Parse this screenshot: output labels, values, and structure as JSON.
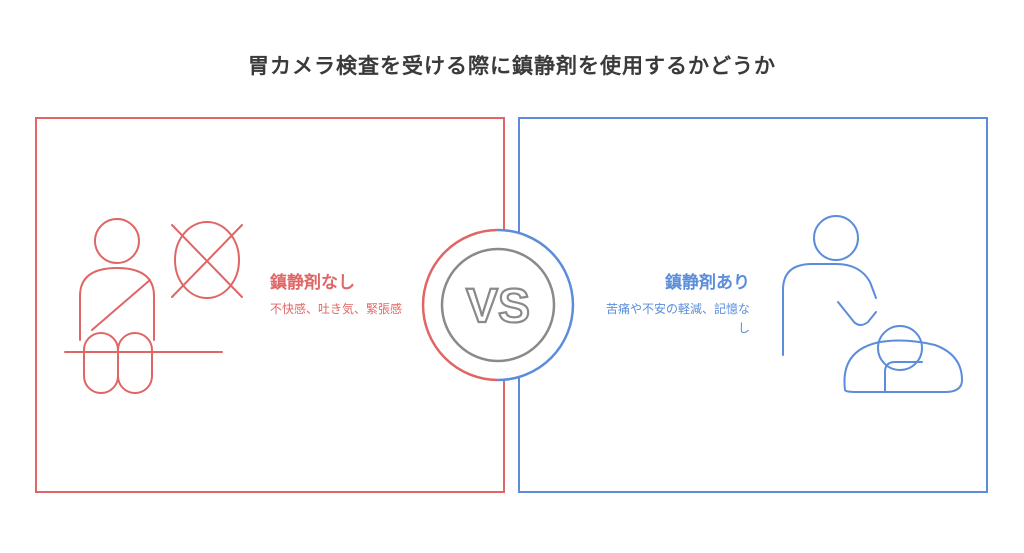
{
  "title": "胃カメラ検査を受ける際に鎮静剤を使用するかどうか",
  "vs_label": "VS",
  "left": {
    "heading": "鎮静剤なし",
    "description": "不快感、吐き気、緊張感",
    "color": "#e06666",
    "icons": [
      "seated-person-icon",
      "crossed-circle-icon"
    ]
  },
  "right": {
    "heading": "鎮静剤あり",
    "description": "苦痛や不安の軽減、記憶なし",
    "color": "#5b8ddb",
    "icons": [
      "standing-person-icon",
      "sleeping-person-icon"
    ]
  }
}
